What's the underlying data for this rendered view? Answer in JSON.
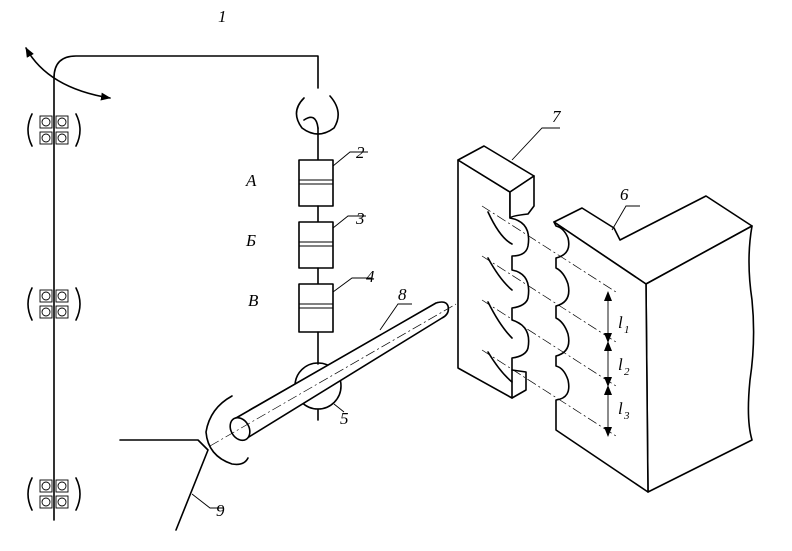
{
  "labels": {
    "n1": "1",
    "n2": "2",
    "n3": "3",
    "n4": "4",
    "n5": "5",
    "n6": "6",
    "n7": "7",
    "n8": "8",
    "n9": "9",
    "a": "А",
    "b": "Б",
    "v": "В"
  },
  "dimensions": [
    {
      "symbol": "l",
      "sub": "1"
    },
    {
      "symbol": "l",
      "sub": "2"
    },
    {
      "symbol": "l",
      "sub": "3"
    }
  ]
}
